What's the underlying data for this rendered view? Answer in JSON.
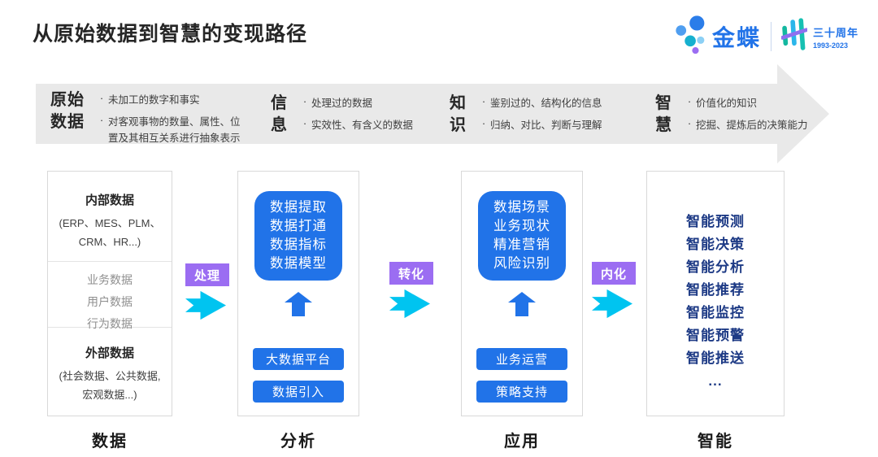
{
  "page": {
    "title": "从原始数据到智慧的变现路径"
  },
  "logo": {
    "brand": "金蝶",
    "anniversary": "三十周年",
    "years": "1993-2023"
  },
  "banner": {
    "stages": [
      {
        "heading": "原始\n数据",
        "bullets": [
          "未加工的数字和事实",
          "对客观事物的数量、属性、位\n置及其相互关系进行抽象表示"
        ]
      },
      {
        "heading": "信\n息",
        "bullets": [
          "处理过的数据",
          "实效性、有含义的数据"
        ]
      },
      {
        "heading": "知\n识",
        "bullets": [
          "鉴别过的、结构化的信息",
          "归纳、对比、判断与理解"
        ]
      },
      {
        "heading": "智\n慧",
        "bullets": [
          "价值化的知识",
          "挖掘、提炼后的决策能力"
        ]
      }
    ]
  },
  "flow": {
    "connectors": [
      {
        "label": "处理"
      },
      {
        "label": "转化"
      },
      {
        "label": "内化"
      }
    ],
    "columns": [
      {
        "footer": "数据",
        "sections": {
          "internal_title": "内部数据",
          "internal_sub": "(ERP、MES、PLM、\nCRM、HR...)",
          "middle_items": "业务数据\n用户数据\n行为数据",
          "external_title": "外部数据",
          "external_sub": "(社会数据、公共数据,\n宏观数据...)"
        }
      },
      {
        "footer": "分析",
        "capability_box": "数据提取\n数据打通\n数据指标\n数据模型",
        "buttons": [
          "大数据平台",
          "数据引入"
        ]
      },
      {
        "footer": "应用",
        "capability_box": "数据场景\n业务现状\n精准营销\n风险识别",
        "buttons": [
          "业务运营",
          "策略支持"
        ]
      },
      {
        "footer": "智能",
        "items": [
          "智能预测",
          "智能决策",
          "智能分析",
          "智能推荐",
          "智能监控",
          "智能预警",
          "智能推送",
          "..."
        ]
      }
    ]
  },
  "colors": {
    "accent_blue": "#2173e8",
    "arrow_cyan": "#00c4f0",
    "connector_purple": "#9b6df2",
    "navy_text": "#1d3a85",
    "banner_gray": "#e9e9e9"
  }
}
